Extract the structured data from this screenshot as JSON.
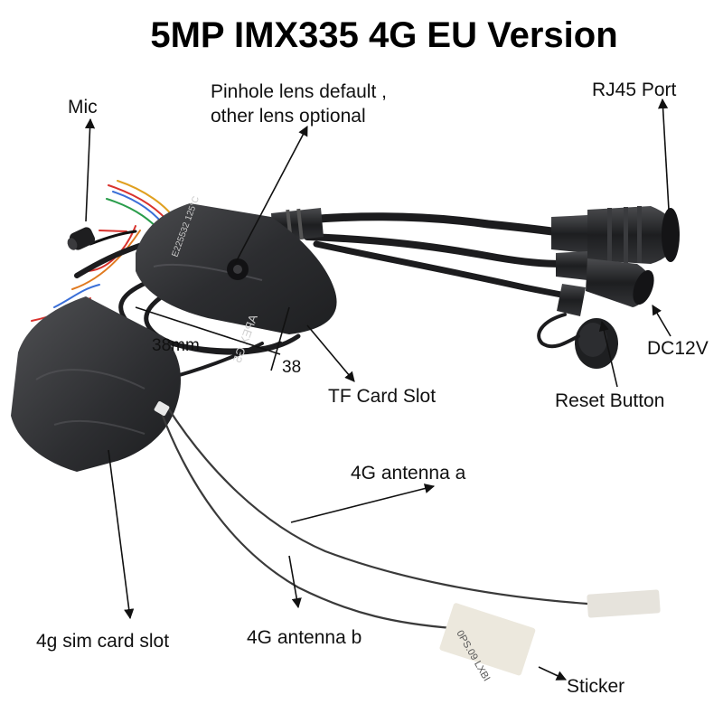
{
  "title": "5MP IMX335 4G EU Version",
  "labels": {
    "mic": "Mic",
    "pinhole_line1": "Pinhole lens default ,",
    "pinhole_line2": "other lens optional",
    "rj45": "RJ45 Port",
    "dc12v": "DC12V",
    "reset": "Reset Button",
    "tf_card": "TF Card Slot",
    "dim_38mm": "38mm",
    "dim_38": "38",
    "antenna_a": "4G antenna a",
    "antenna_b": "4G antenna b",
    "sim_slot": "4g sim card slot",
    "sticker": "Sticker"
  },
  "module_print": {
    "main_text": "APEX G5",
    "serial_text": "E225532 125°C"
  },
  "sticker_print": "0PS.09 LXBI",
  "colors": {
    "module_body": "#2f3032",
    "cable": "#1c1c1e",
    "antenna_wire": "#3a3a3a",
    "text": "#111111"
  }
}
